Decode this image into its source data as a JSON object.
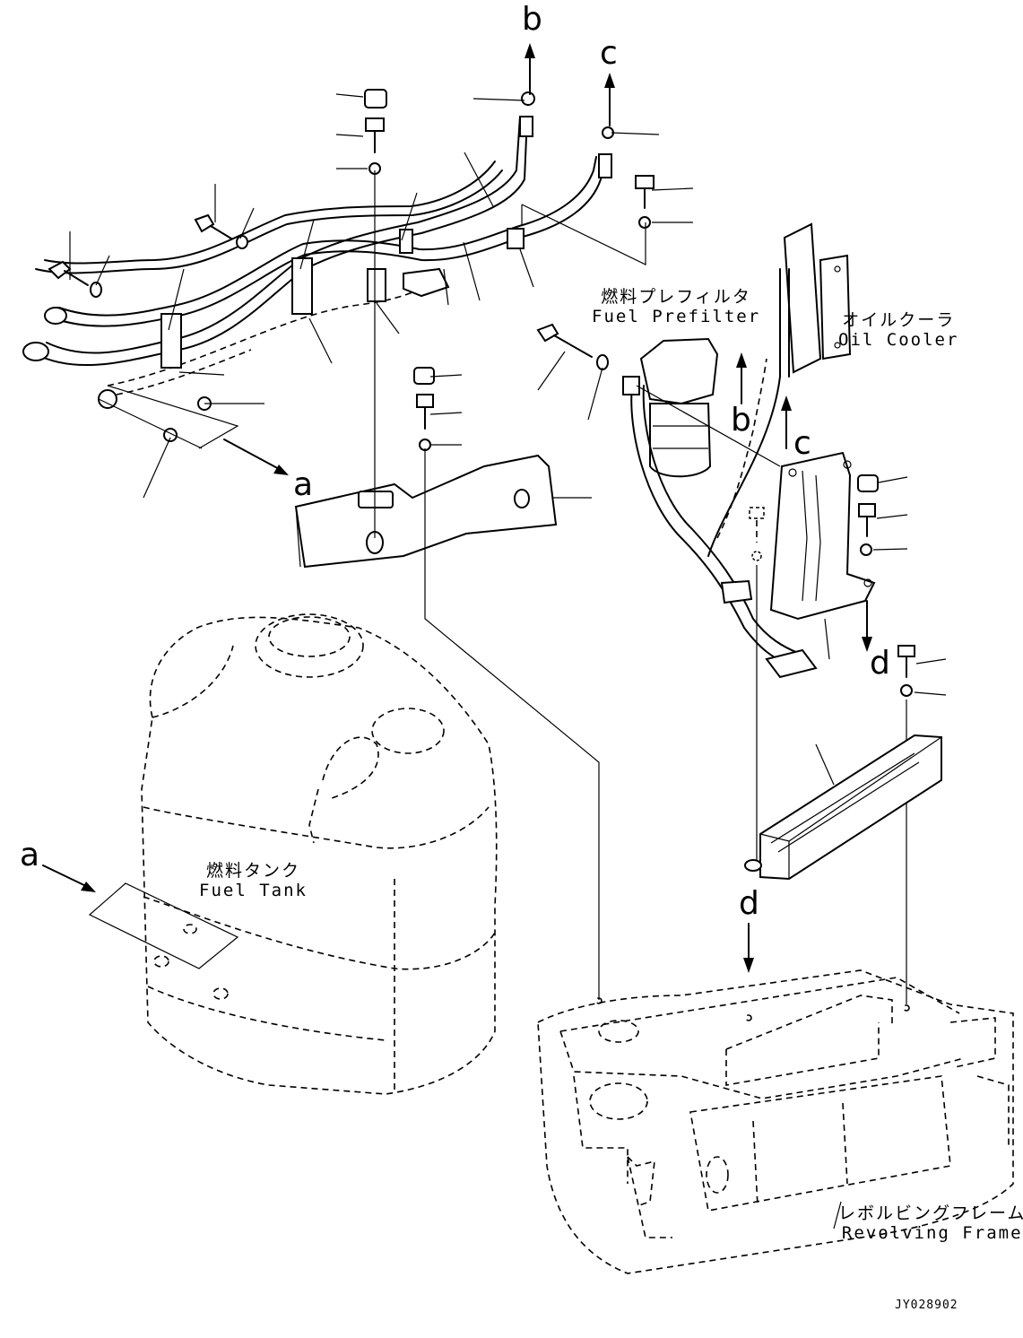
{
  "callouts": {
    "a_top": "a",
    "a_left": "a",
    "b_top": "b",
    "b_right": "b",
    "c_top": "c",
    "c_right": "c",
    "d_upper": "d",
    "d_lower": "d"
  },
  "labels": {
    "fuel_prefilter_jp": "燃料プレフィルタ",
    "fuel_prefilter_en": "Fuel Prefilter",
    "oil_cooler_jp": "オイルクーラ",
    "oil_cooler_en": "Oil Cooler",
    "fuel_tank_jp": "燃料タンク",
    "fuel_tank_en": "Fuel Tank",
    "revolving_frame_jp": "レボルビングフレーム",
    "revolving_frame_en": "Revolving Frame"
  },
  "drawing_code": "JY028902"
}
